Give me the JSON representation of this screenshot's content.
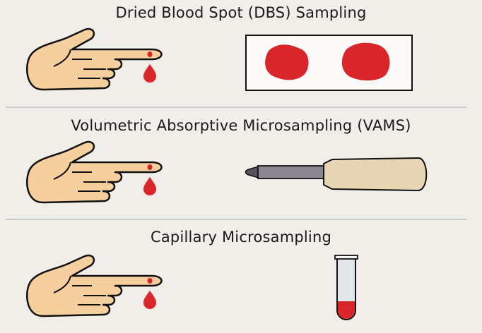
{
  "sections": [
    {
      "title": "Dried Blood Spot (DBS) Sampling",
      "device": "filter-card-with-blood-spots"
    },
    {
      "title": "Volumetric Absorptive Microsampling (VAMS)",
      "device": "vams-sampler"
    },
    {
      "title": "Capillary Microsampling",
      "device": "capillary-tube"
    }
  ],
  "colors": {
    "background": "#f1eeea",
    "skin": "#f6cf9f",
    "blood": "#d9262b",
    "divider": "#b8bfc3",
    "handle": "#e6d6b3",
    "tip": "#8a8790"
  }
}
